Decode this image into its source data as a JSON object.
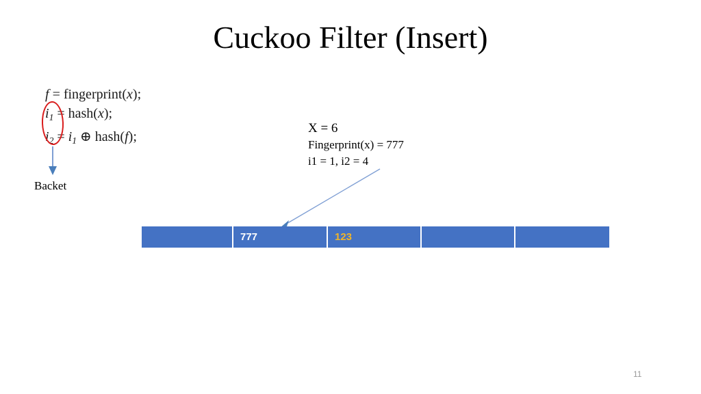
{
  "slide": {
    "title": "Cuckoo Filter (Insert)",
    "page_number": "11",
    "background_color": "#ffffff"
  },
  "formula": {
    "lines": [
      {
        "lhs": "f",
        "rhs": "= fingerprint(x);"
      },
      {
        "lhs": "i1",
        "rhs": "= hash(x);"
      },
      {
        "lhs": "i2",
        "rhs": "= i1 ⊕ hash(f);"
      }
    ],
    "line1_var": "f",
    "line1_eq": "=",
    "line1_fn": "fingerprint(",
    "line1_arg": "x",
    "line1_tail": ");",
    "line2_var": "i",
    "line2_sub": "1",
    "line2_eq": "=",
    "line2_fn": "hash(",
    "line2_arg": "x",
    "line2_tail": ");",
    "line3_var": "i",
    "line3_sub": "2",
    "line3_eq": "=",
    "line3_var2": "i",
    "line3_sub2": "1",
    "line3_op": "⊕",
    "line3_fn": "hash(",
    "line3_arg": "f",
    "line3_tail": ");",
    "annotation_color": "#d91c1c",
    "annotation_shape": "red-ellipse-around-i1-i2"
  },
  "bucket_pointer": {
    "label": "Backet",
    "arrow_color": "#7f9fd4"
  },
  "example": {
    "line1": "X = 6",
    "line2": "Fingerprint(x) = 777",
    "line3": "i1 = 1, i2 = 4"
  },
  "insert_arrow": {
    "color": "#7f9fd4",
    "from": "example-values",
    "to": "bucket-cell-2"
  },
  "bucket_array": {
    "cell_color": "#4472c4",
    "cells": [
      {
        "index": 0,
        "value": "",
        "text_color": "#ffffff"
      },
      {
        "index": 1,
        "value": "777",
        "text_color": "#ffffff"
      },
      {
        "index": 2,
        "value": "123",
        "text_color": "#f0b429"
      },
      {
        "index": 3,
        "value": "",
        "text_color": "#ffffff"
      },
      {
        "index": 4,
        "value": "",
        "text_color": "#ffffff"
      }
    ]
  }
}
